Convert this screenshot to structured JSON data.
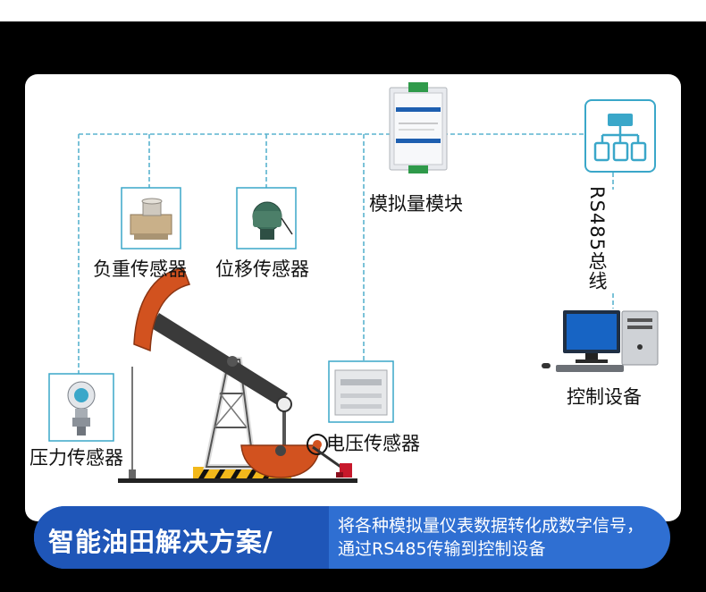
{
  "labels": {
    "analog_module": "模拟量模块",
    "rs485_bus": "RS485总线",
    "load_sensor": "负重传感器",
    "displacement_sensor": "位移传感器",
    "control_device": "控制设备",
    "voltage_sensor": "电压传感器",
    "pressure_sensor": "压力传感器"
  },
  "banner": {
    "title": "智能油田解决方案/",
    "description": "将各种模拟量仪表数据转化成数字信号，通过RS485传输到控制设备"
  },
  "colors": {
    "bus_line": "#5ab3cf",
    "icon_border": "#3aa7c9",
    "banner_dark": "#1f56b8",
    "banner_light": "#2f6fd2",
    "pump_orange": "#d2521f",
    "pump_arm": "#3a3a3a"
  },
  "icons": {
    "network": "network-topology-icon",
    "computer": "desktop-computer-icon"
  }
}
